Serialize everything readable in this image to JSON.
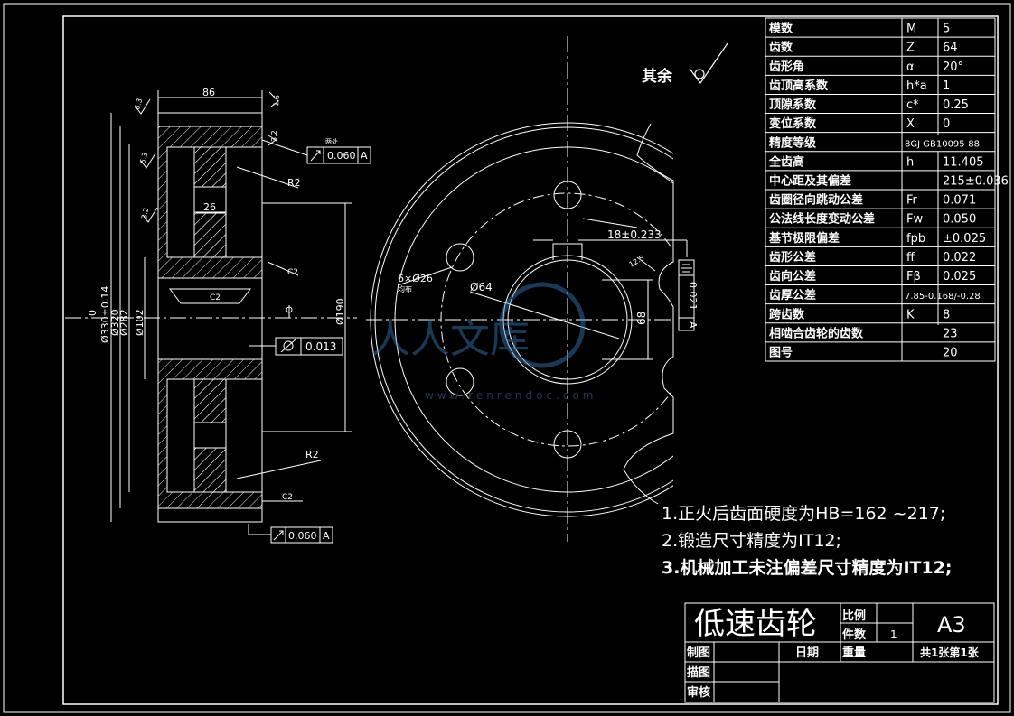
{
  "params": [
    {
      "name": "模数",
      "sym": "M",
      "val": "5"
    },
    {
      "name": "齿数",
      "sym": "Z",
      "val": "64"
    },
    {
      "name": "齿形角",
      "sym": "α",
      "val": "20°"
    },
    {
      "name": "齿顶高系数",
      "sym": "h*a",
      "val": "1"
    },
    {
      "name": "顶隙系数",
      "sym": "c*",
      "val": "0.25"
    },
    {
      "name": "变位系数",
      "sym": "X",
      "val": "0"
    },
    {
      "name": "精度等级",
      "sym": "",
      "val": "8GJ GB10095-88"
    },
    {
      "name": "全齿高",
      "sym": "h",
      "val": "11.405"
    },
    {
      "name": "中心距及其偏差",
      "sym": "",
      "val": "215±0.036"
    },
    {
      "name": "齿圈径向跳动公差",
      "sym": "Fr",
      "val": "0.071"
    },
    {
      "name": "公法线长度变动公差",
      "sym": "Fw",
      "val": "0.050"
    },
    {
      "name": "基节极限偏差",
      "sym": "fpb",
      "val": "±0.025"
    },
    {
      "name": "齿形公差",
      "sym": "ff",
      "val": "0.022"
    },
    {
      "name": "齿向公差",
      "sym": "Fβ",
      "val": "0.025"
    },
    {
      "name": "齿厚公差",
      "sym": "",
      "val": "7.85-0.168/-0.28"
    },
    {
      "name": "跨齿数",
      "sym": "K",
      "val": "8"
    },
    {
      "name": "相啮合齿轮的齿数",
      "sym": "",
      "val": "23"
    },
    {
      "name": "图号",
      "sym": "",
      "val": "20"
    }
  ],
  "notes": [
    "1.正火后齿面硬度为HB=162    ~217;",
    "2.锻造尺寸精度为IT12;",
    "3.机械加工未注偏差尺寸精度为IT12;"
  ],
  "roughness_rest": "其余",
  "title_block": {
    "title": "低速齿轮",
    "scale_label": "比例",
    "count_label": "件数",
    "count_value": "1",
    "format": "A3",
    "draw_label": "制图",
    "date_label": "日期",
    "weight_label": "重量",
    "sheets": "共1张第1张",
    "trace_label": "描图",
    "review_label": "审核"
  },
  "dims": {
    "width_86": "86",
    "hub_26": "26",
    "r2_top": "R2",
    "r2_bottom": "R2",
    "c2_a": "C2",
    "c2_b": "C2",
    "c2_c": "C2",
    "od": "Ø330±0.14",
    "d320": "Ø320",
    "d282": "Ø282",
    "d102": "Ø102",
    "d190": "Ø190",
    "zero": "0",
    "runout_top": "0.060",
    "runout_bottom": "0.060",
    "datum": "A",
    "coax": "0.013",
    "lathe_note": "两处",
    "holes": "6×Ø26",
    "holes_note": "均布",
    "d64": "Ø64",
    "key_width": "18±0.233",
    "key_depth": "68",
    "sym_tol": "0.021",
    "r63_a": "6.3",
    "r63_b": "6.3",
    "r32_a": "3.2",
    "r16": "1.6",
    "r32_b": "3.2",
    "r25": "12.5"
  },
  "watermark": {
    "brand": "人人文库",
    "url": "www.renrendoc.com"
  }
}
